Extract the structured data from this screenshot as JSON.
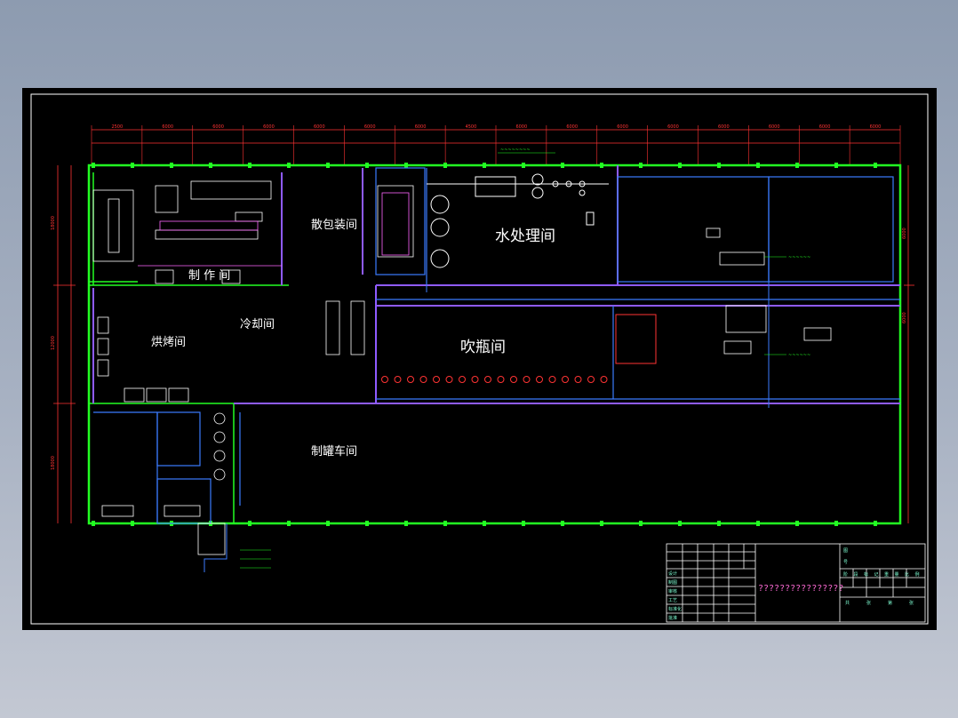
{
  "colors": {
    "background": "#8d9bb0",
    "canvas": "#000000",
    "outer_wall": "#22ff22",
    "partition": "#8f5bff",
    "dimension": "#ff3333",
    "equipment": "#ffffff",
    "pipe": "#3b7bff",
    "annotation": "#22ff22",
    "title_block": "#ffffff",
    "tb_text": "#ff6bd6"
  },
  "rooms": {
    "water_treatment": "水处理间",
    "blow_bottle": "吹瓶间",
    "bulk_packing": "散包装间",
    "production": "制 作 间",
    "baking": "烘烤间",
    "cooling": "冷却间",
    "can_making": "制罐车间"
  },
  "dimensions": {
    "top_row": [
      "2500",
      "6000",
      "6000",
      "6000",
      "6000",
      "6000",
      "6000",
      "4500",
      "6000",
      "6000",
      "6000",
      "6000",
      "6000",
      "6000",
      "6000",
      "6000"
    ],
    "left_col": [
      "18000",
      "12000",
      "18000"
    ],
    "right_col": [
      "6000",
      "6000"
    ]
  },
  "title_block": {
    "drawing_title": "????????????????",
    "left_labels": [
      "设计",
      "制图",
      "审核",
      "工艺",
      "标准化",
      "批准"
    ],
    "right_labels": [
      "图",
      "号"
    ],
    "grid_headers": [
      "阶",
      "段",
      "标",
      "记",
      "重",
      "量",
      "比",
      "例"
    ],
    "bottom_labels": [
      "共",
      "张",
      "第",
      "张"
    ]
  }
}
